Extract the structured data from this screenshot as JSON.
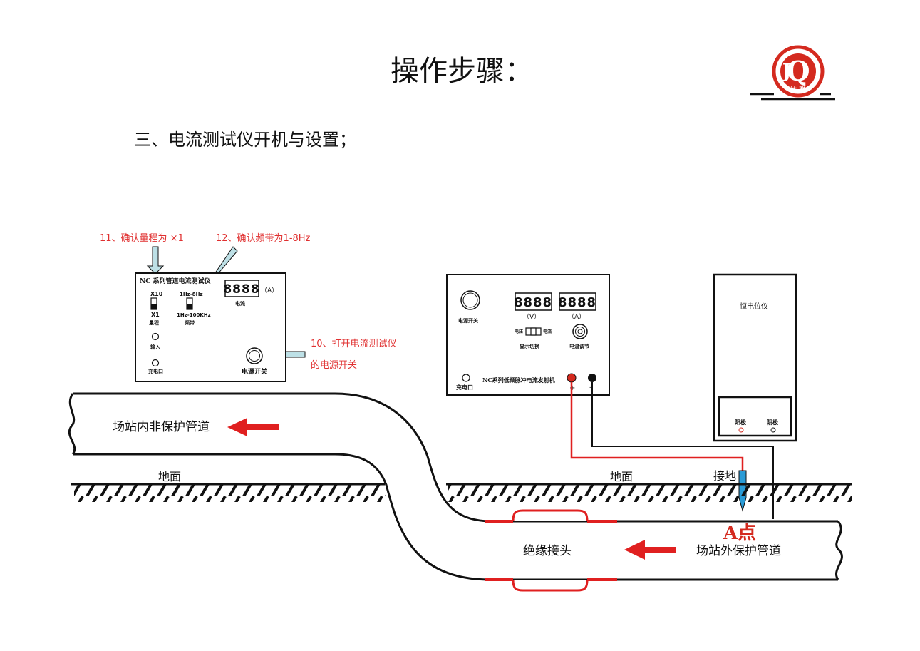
{
  "page_title": "操作步骤：",
  "section_heading": "三、电流测试仪开机与设置；",
  "logo": {
    "glyph": "Q",
    "glyph2": "J",
    "text": "达 联",
    "color": "#d42a1f"
  },
  "annotations": {
    "step11": "11、确认量程为 ×1",
    "step12": "12、确认频带为1-8Hz",
    "step10_line1": "10、打开电流测试仪",
    "step10_line2": "的电源开关",
    "color": "#e03030",
    "arrow_color": "#bde0e6"
  },
  "current_tester": {
    "title": "NC 系列管道电流测试仪",
    "range_x10": "X10",
    "range_x1": "X1",
    "range_label": "量程",
    "band_high": "1Hz-8Hz",
    "band_low": "1Hz-100KHz",
    "band_label": "频带",
    "display_digits": "8888",
    "display_unit": "（A）",
    "display_label": "电流",
    "input_label": "输入",
    "charge_label": "充电口",
    "power_label": "电源开关"
  },
  "transmitter": {
    "power_label": "电源开关",
    "display_v_digits": "8888",
    "display_v_unit": "（V）",
    "display_a_digits": "8888",
    "display_a_unit": "（A）",
    "switch_left": "电压",
    "switch_right": "电流",
    "switch_label": "显示切换",
    "knob_label": "电流调节",
    "charge_label": "充电口",
    "model_label": "NC系列低频脉冲电流发射机",
    "plus": "+",
    "minus": "–",
    "red_terminal": "#d42a1f",
    "black_terminal": "#111111"
  },
  "potentiostat": {
    "title": "恒电位仪",
    "anode": "阳极",
    "cathode": "阴极"
  },
  "scene": {
    "ground_left": "地面",
    "ground_right": "地面",
    "grounding": "接地",
    "inner_pipe": "场站内非保护管道",
    "outer_pipe": "场站外保护管道",
    "insulating_joint": "绝缘接头",
    "point_a": "A点",
    "red_wire": "#e02020",
    "flow_arrow": "#e02020",
    "electrode": "#2a9bd6"
  }
}
